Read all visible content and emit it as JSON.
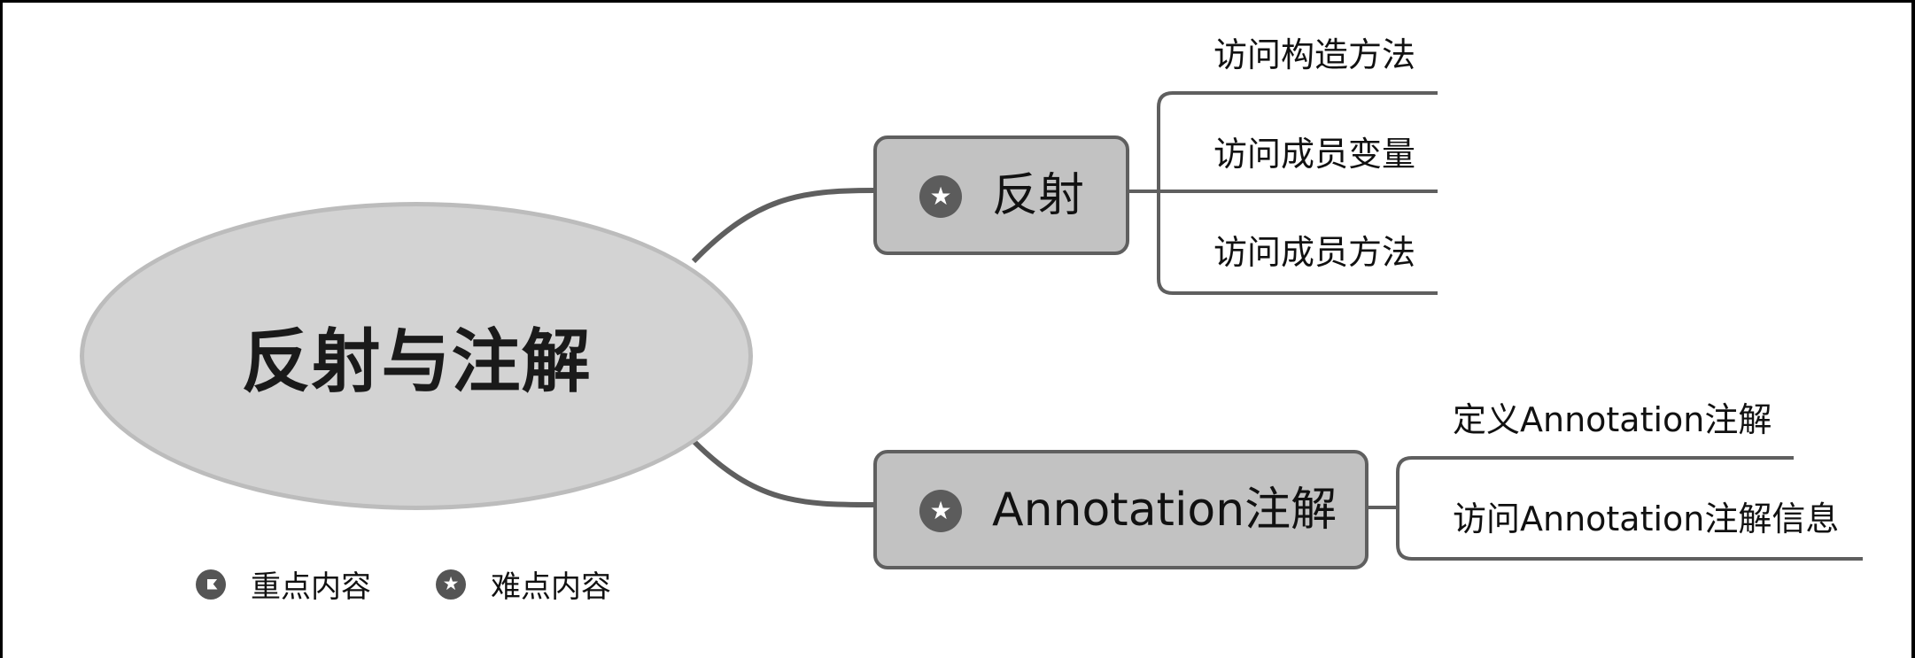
{
  "mindmap": {
    "root": {
      "label": "反射与注解"
    },
    "branches": [
      {
        "label": "反射",
        "icon": "star-icon",
        "children": [
          "访问构造方法",
          "访问成员变量",
          "访问成员方法"
        ]
      },
      {
        "label": "Annotation注解",
        "icon": "star-icon",
        "children": [
          "定义Annotation注解",
          "访问Annotation注解信息"
        ]
      }
    ]
  },
  "legend": [
    {
      "icon": "flag-icon",
      "label": "重点内容"
    },
    {
      "icon": "star-icon",
      "label": "难点内容"
    }
  ],
  "colors": {
    "root_fill": "#d3d3d3",
    "branch_fill": "#c2c2c2",
    "line": "#5f5f5f"
  }
}
